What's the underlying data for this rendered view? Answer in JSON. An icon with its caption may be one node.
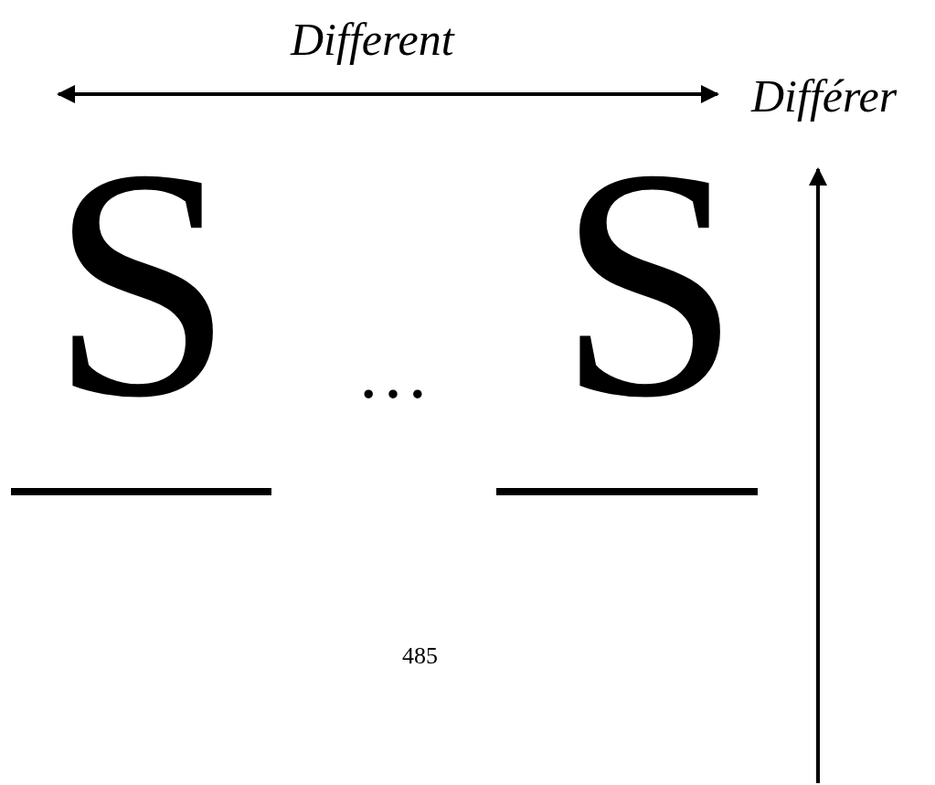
{
  "diagram": {
    "labels": [
      "Different",
      "Différer",
      "S",
      "…",
      "S",
      "485"
    ]
  }
}
